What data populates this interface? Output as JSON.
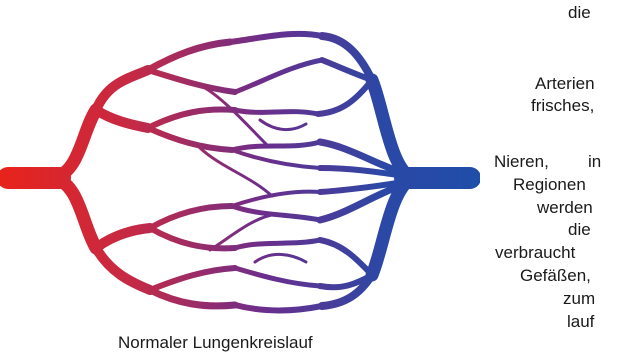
{
  "diagram": {
    "caption": "Normaler Lungenkreislauf",
    "colors": {
      "arterial": "#e8231b",
      "mid": "#7a2f8a",
      "venous": "#1f4ea8"
    }
  },
  "side_text": {
    "lines": [
      "die",
      "Arterien",
      "frisches,",
      "Nieren,",
      "in",
      "Regionen",
      "werden",
      "die",
      "verbraucht",
      "Gefäßen,",
      "zum",
      "lauf"
    ]
  }
}
